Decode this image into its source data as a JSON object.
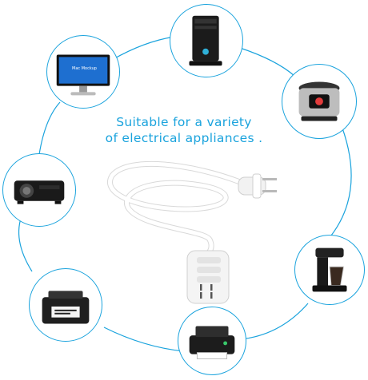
{
  "headline": {
    "line1": "Suitable for a variety",
    "line2": "of electrical appliances ."
  },
  "monitor_screen_text": "Mac Mockup",
  "colors": {
    "accent": "#1aa3dd",
    "headline_text": "#1aa3dd",
    "background": "#ffffff",
    "cord": "#ffffff"
  },
  "appliances": [
    {
      "icon": "computer-tower-icon"
    },
    {
      "icon": "monitor-icon"
    },
    {
      "icon": "rice-cooker-icon"
    },
    {
      "icon": "projector-icon"
    },
    {
      "icon": "coffee-maker-icon"
    },
    {
      "icon": "label-printer-icon"
    },
    {
      "icon": "inkjet-printer-icon"
    }
  ]
}
